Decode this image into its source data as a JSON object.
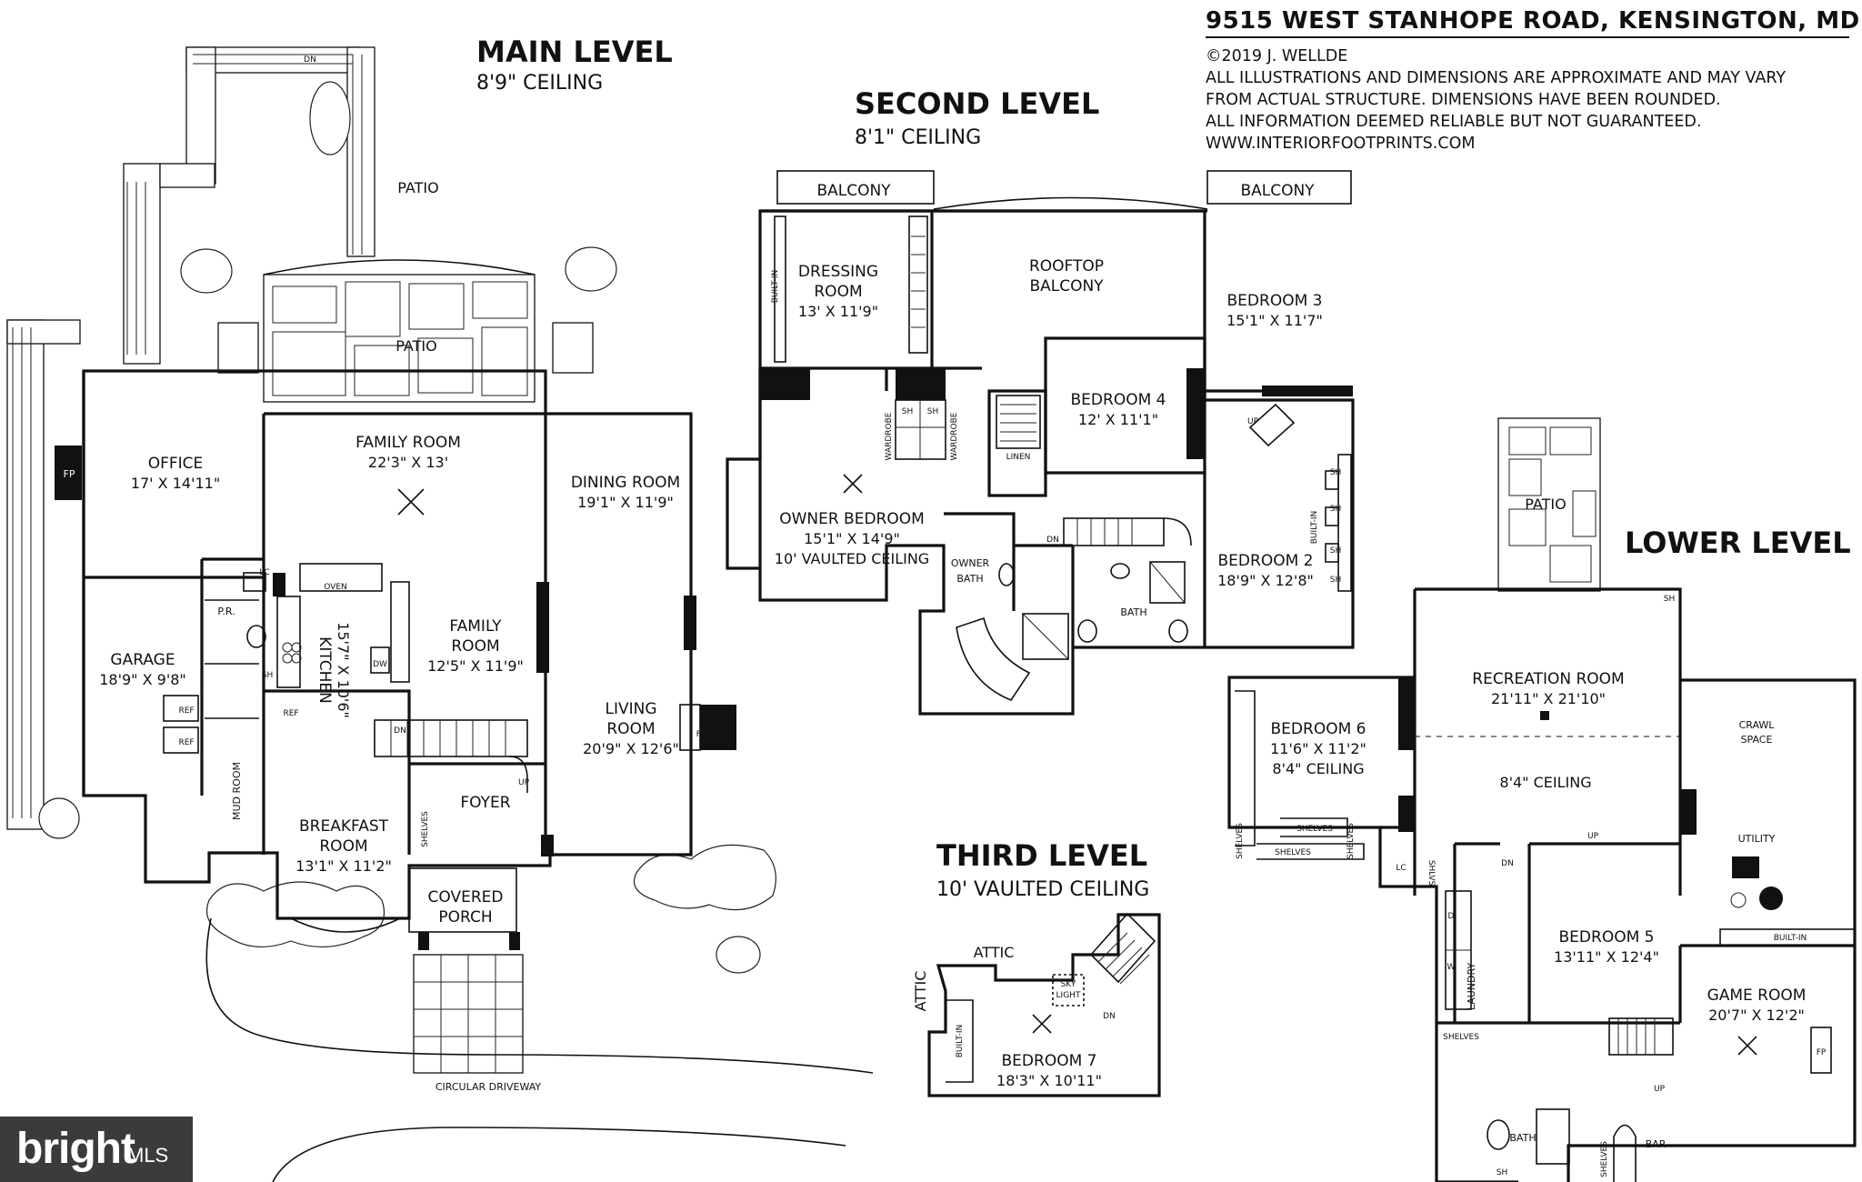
{
  "header": {
    "address": "9515 WEST STANHOPE ROAD, KENSINGTON, MD",
    "lines": [
      "©2019 J. WELLDE",
      "ALL ILLUSTRATIONS AND DIMENSIONS ARE APPROXIMATE AND MAY VARY",
      "FROM ACTUAL STRUCTURE. DIMENSIONS HAVE BEEN ROUNDED.",
      "ALL INFORMATION DEEMED RELIABLE BUT NOT GUARANTEED.",
      "WWW.INTERIORFOOTPRINTS.COM"
    ]
  },
  "logo": {
    "brand": "bright",
    "suffix": "MLS"
  },
  "main": {
    "title": "MAIN LEVEL",
    "ceiling": "8'9\" CEILING",
    "patio_top": "PATIO",
    "patio_mid": "PATIO",
    "dn_patio": "DN",
    "office": {
      "name": "OFFICE",
      "dim": "17' X 14'11\""
    },
    "fp": "FP",
    "family_room_main": {
      "name": "FAMILY ROOM",
      "dim": "22'3\" X 13'"
    },
    "dining": {
      "name": "DINING ROOM",
      "dim": "19'1\" X 11'9\""
    },
    "garage": {
      "name": "GARAGE",
      "dim": "18'9\" X 9'8\""
    },
    "pr": "P.R.",
    "lc": "LC",
    "oven": "OVEN",
    "dw": "DW",
    "sh": "SH",
    "ref1": "REF",
    "ref2": "REF",
    "ref3": "REF",
    "kitchen": {
      "name": "KITCHEN",
      "dim": "15'7\" X 10'6\""
    },
    "family_room": {
      "name1": "FAMILY",
      "name2": "ROOM",
      "dim": "12'5\" X 11'9\""
    },
    "living": {
      "name1": "LIVING",
      "name2": "ROOM",
      "dim": "20'9\" X 12'6\""
    },
    "living_fp": "FP",
    "dn_stair": "DN",
    "up_stair": "UP",
    "mud": "MUD ROOM",
    "foyer": "FOYER",
    "shelves": "SHELVES",
    "breakfast": {
      "name1": "BREAKFAST",
      "name2": "ROOM",
      "dim": "13'1\" X 11'2\""
    },
    "porch": {
      "name1": "COVERED",
      "name2": "PORCH"
    },
    "driveway": "CIRCULAR DRIVEWAY"
  },
  "second": {
    "title": "SECOND LEVEL",
    "ceiling": "8'1\" CEILING",
    "balcony_left": "BALCONY",
    "balcony_right": "BALCONY",
    "built_in": "BUILT-IN",
    "dressing": {
      "name1": "DRESSING",
      "name2": "ROOM",
      "dim": "13' X 11'9\""
    },
    "rooftop": {
      "name1": "ROOFTOP",
      "name2": "BALCONY"
    },
    "bedroom3": {
      "name": "BEDROOM 3",
      "dim": "15'1\" X 11'7\""
    },
    "bedroom4": {
      "name": "BEDROOM 4",
      "dim": "12' X 11'1\""
    },
    "sh1": "SH",
    "sh2": "SH",
    "wardrobe1": "WARDROBE",
    "wardrobe2": "WARDROBE",
    "linen": "LINEN",
    "owner": {
      "name": "OWNER BEDROOM",
      "dim": "15'1\" X 14'9\"",
      "ceiling": "10' VAULTED CEILING"
    },
    "owner_bath": {
      "name1": "OWNER",
      "name2": "BATH"
    },
    "dn": "DN",
    "up": "UP",
    "bath": "BATH",
    "bedroom2": {
      "name": "BEDROOM 2",
      "dim": "18'9\" X 12'8\""
    },
    "built_in2": "BUILT-IN",
    "sh_a": "SH",
    "sh_b": "SH",
    "sh_c": "SH",
    "sh_d": "SH"
  },
  "third": {
    "title": "THIRD LEVEL",
    "ceiling": "10' VAULTED CEILING",
    "attic_top": "ATTIC",
    "attic_side": "ATTIC",
    "sky1": "SKY",
    "sky2": "LIGHT",
    "built_in": "BUILT-IN",
    "dn": "DN",
    "bedroom7": {
      "name": "BEDROOM 7",
      "dim": "18'3\" X 10'11\""
    }
  },
  "lower": {
    "title": "LOWER LEVEL",
    "patio": "PATIO",
    "sh_top": "SH",
    "recreation": {
      "name": "RECREATION ROOM",
      "dim": "21'11\" X 21'10\""
    },
    "bedroom6": {
      "name": "BEDROOM 6",
      "dim": "11'6\" X 11'2\"",
      "ceiling": "8'4\" CEILING"
    },
    "shelves1": "SHELVES",
    "shelves2": "SHELVES",
    "shelves3": "SHELVES",
    "shelves4": "SHELVES",
    "crawl1": "CRAWL",
    "crawl2": "SPACE",
    "ceiling": "8'4\" CEILING",
    "utility": "UTILITY",
    "lc": "LC",
    "shlvs": "SHLVS",
    "dn": "DN",
    "up": "UP",
    "d": "D",
    "w": "W",
    "laundry": "LAUNDRY",
    "bedroom5": {
      "name": "BEDROOM 5",
      "dim": "13'11\" X 12'4\""
    },
    "built_in": "BUILT-IN",
    "game": {
      "name": "GAME ROOM",
      "dim": "20'7\" X 12'2\""
    },
    "fp": "FP",
    "shelves5": "SHELVES",
    "up2": "UP",
    "bath": "BATH",
    "sh_bottom": "SH",
    "shelves6": "SHELVES",
    "bar": "BAR"
  }
}
